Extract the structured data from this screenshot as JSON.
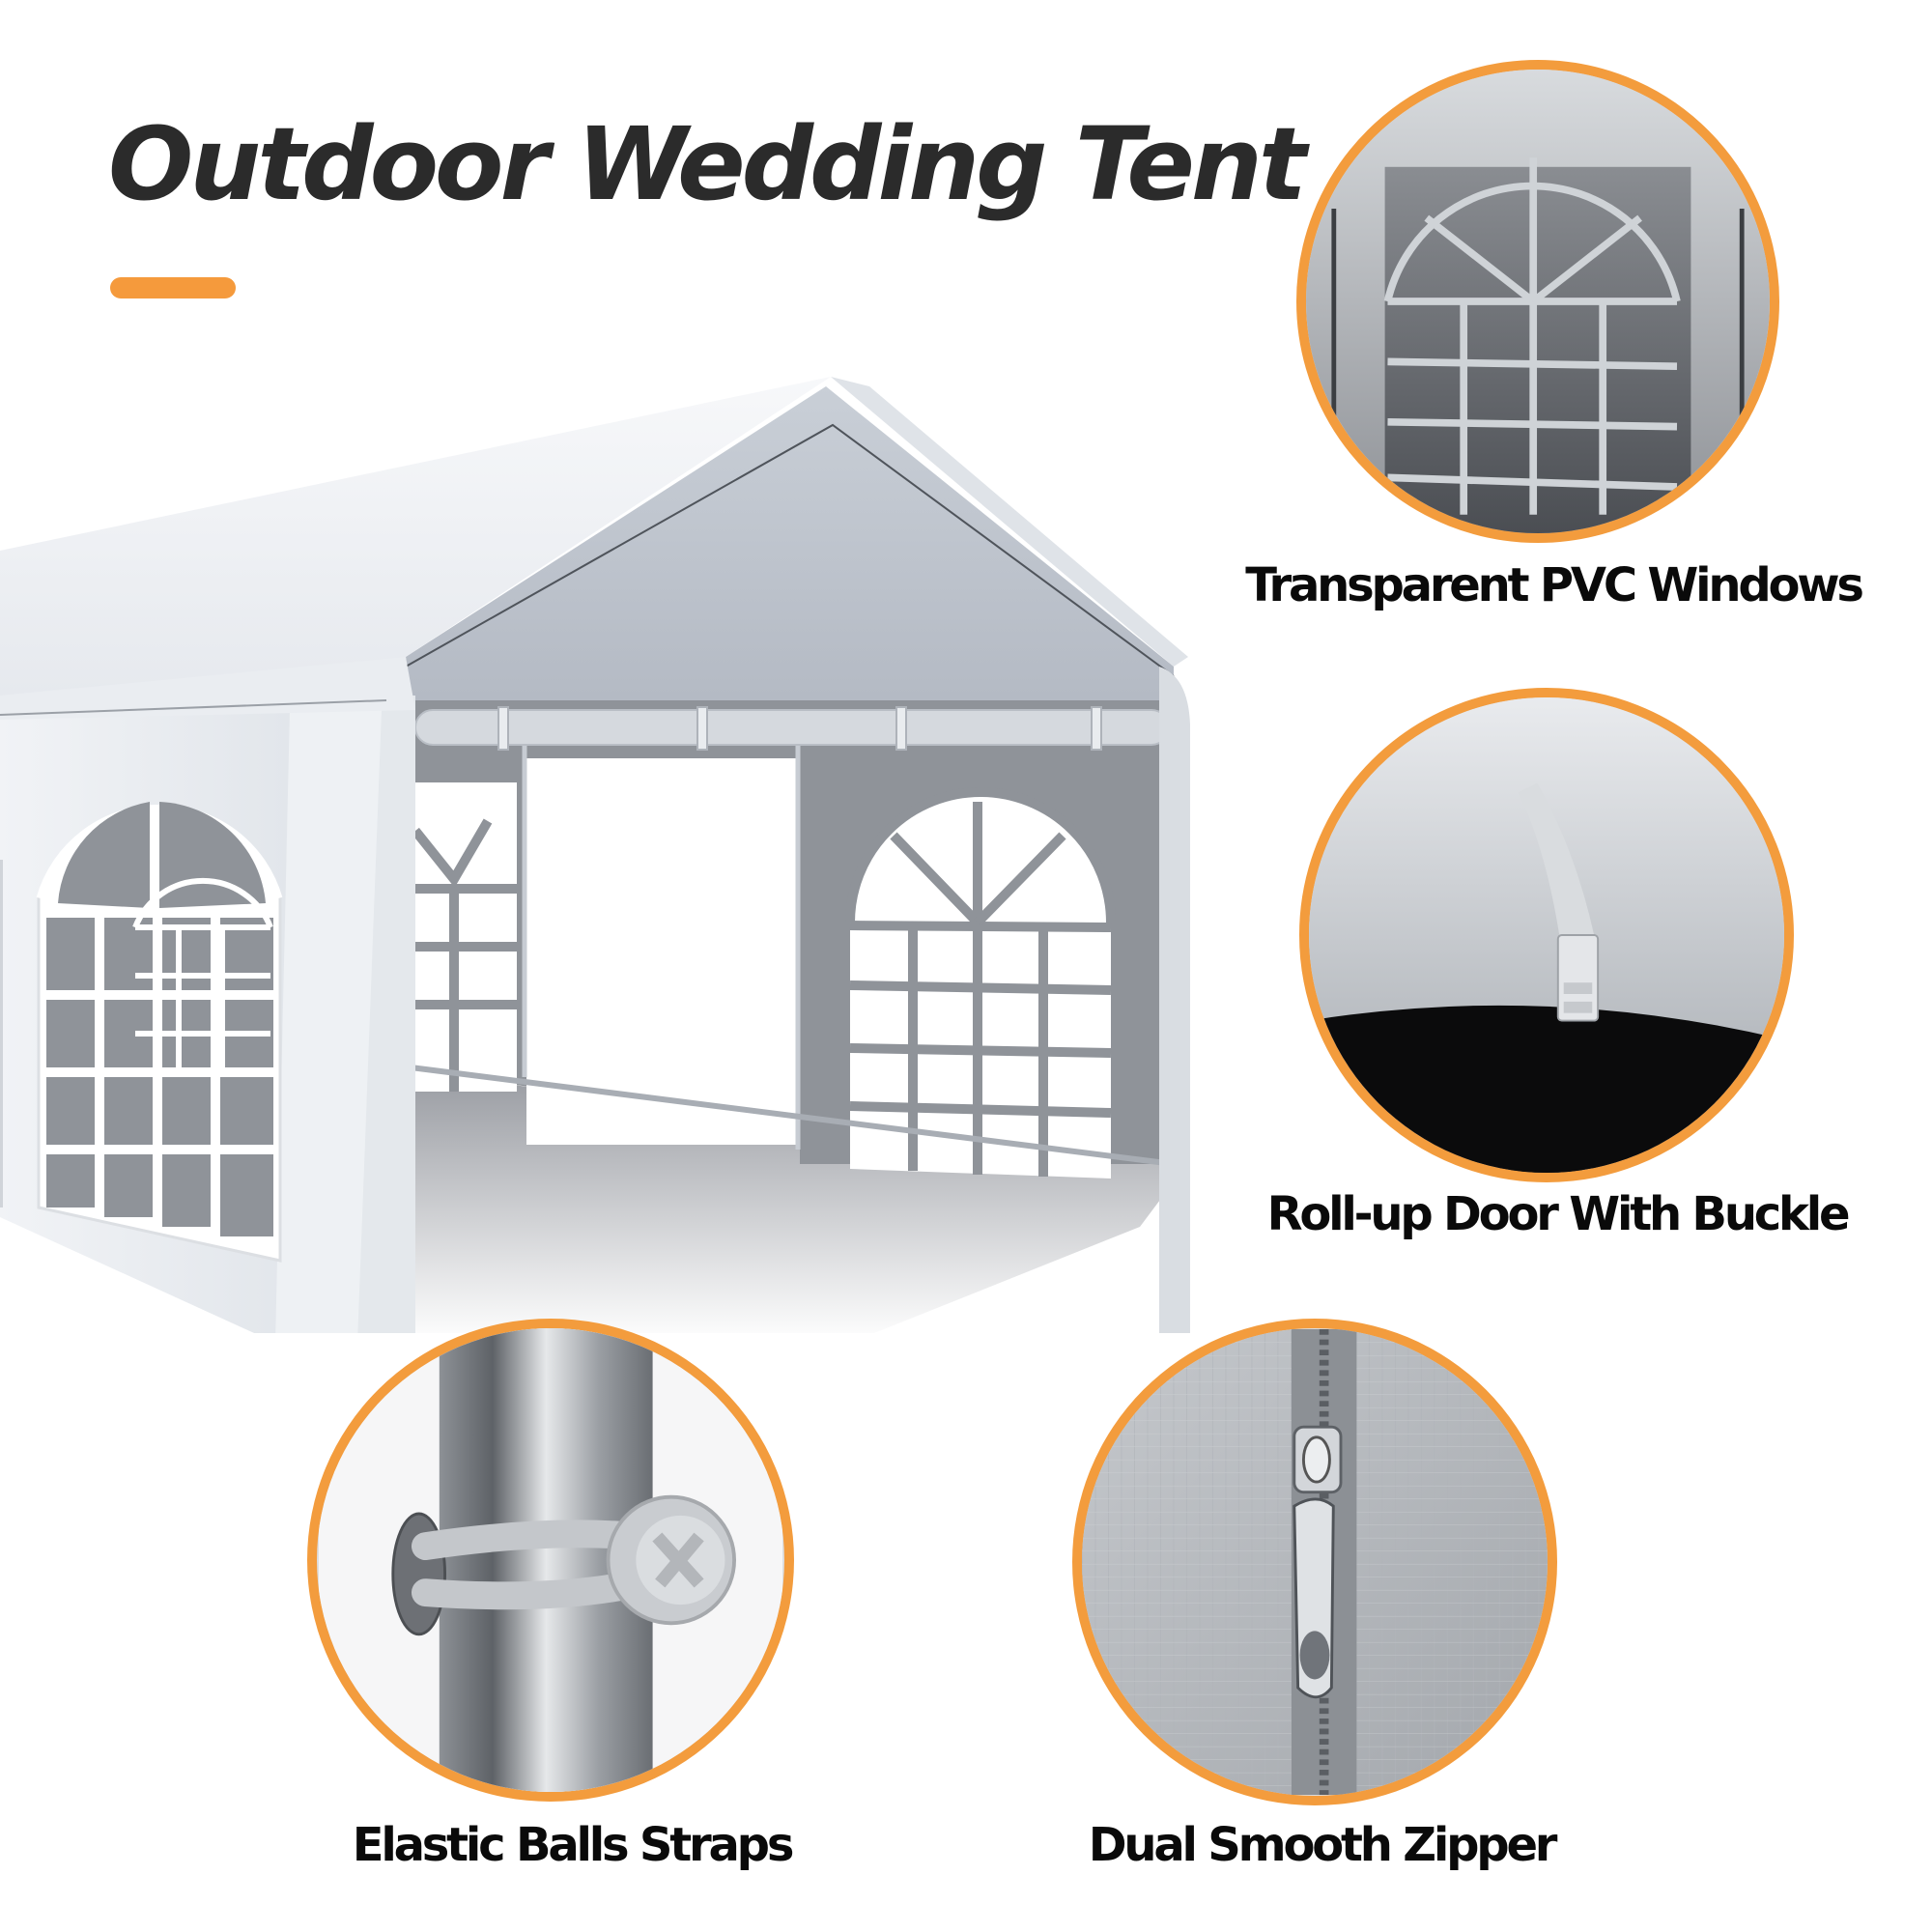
{
  "header": {
    "title": "Outdoor Wedding Tent",
    "accent_color": "#f59a3c"
  },
  "hero": {
    "subject": "white-party-tent-illustration",
    "description": "White gable-roof tent with arched PVC windows and roll-up front door"
  },
  "features": [
    {
      "label": "Transparent PVC Windows",
      "icon": "pvc-window-closeup"
    },
    {
      "label": "Roll-up Door With Buckle",
      "icon": "rollup-buckle-closeup"
    },
    {
      "label": "Elastic Balls Straps",
      "icon": "elastic-ball-strap-closeup"
    },
    {
      "label": "Dual Smooth Zipper",
      "icon": "zipper-closeup"
    }
  ],
  "colors": {
    "circle_border": "#f39c3d",
    "title_text": "#2b2b2b",
    "label_text": "#0a0a0a",
    "background": "#ffffff"
  }
}
